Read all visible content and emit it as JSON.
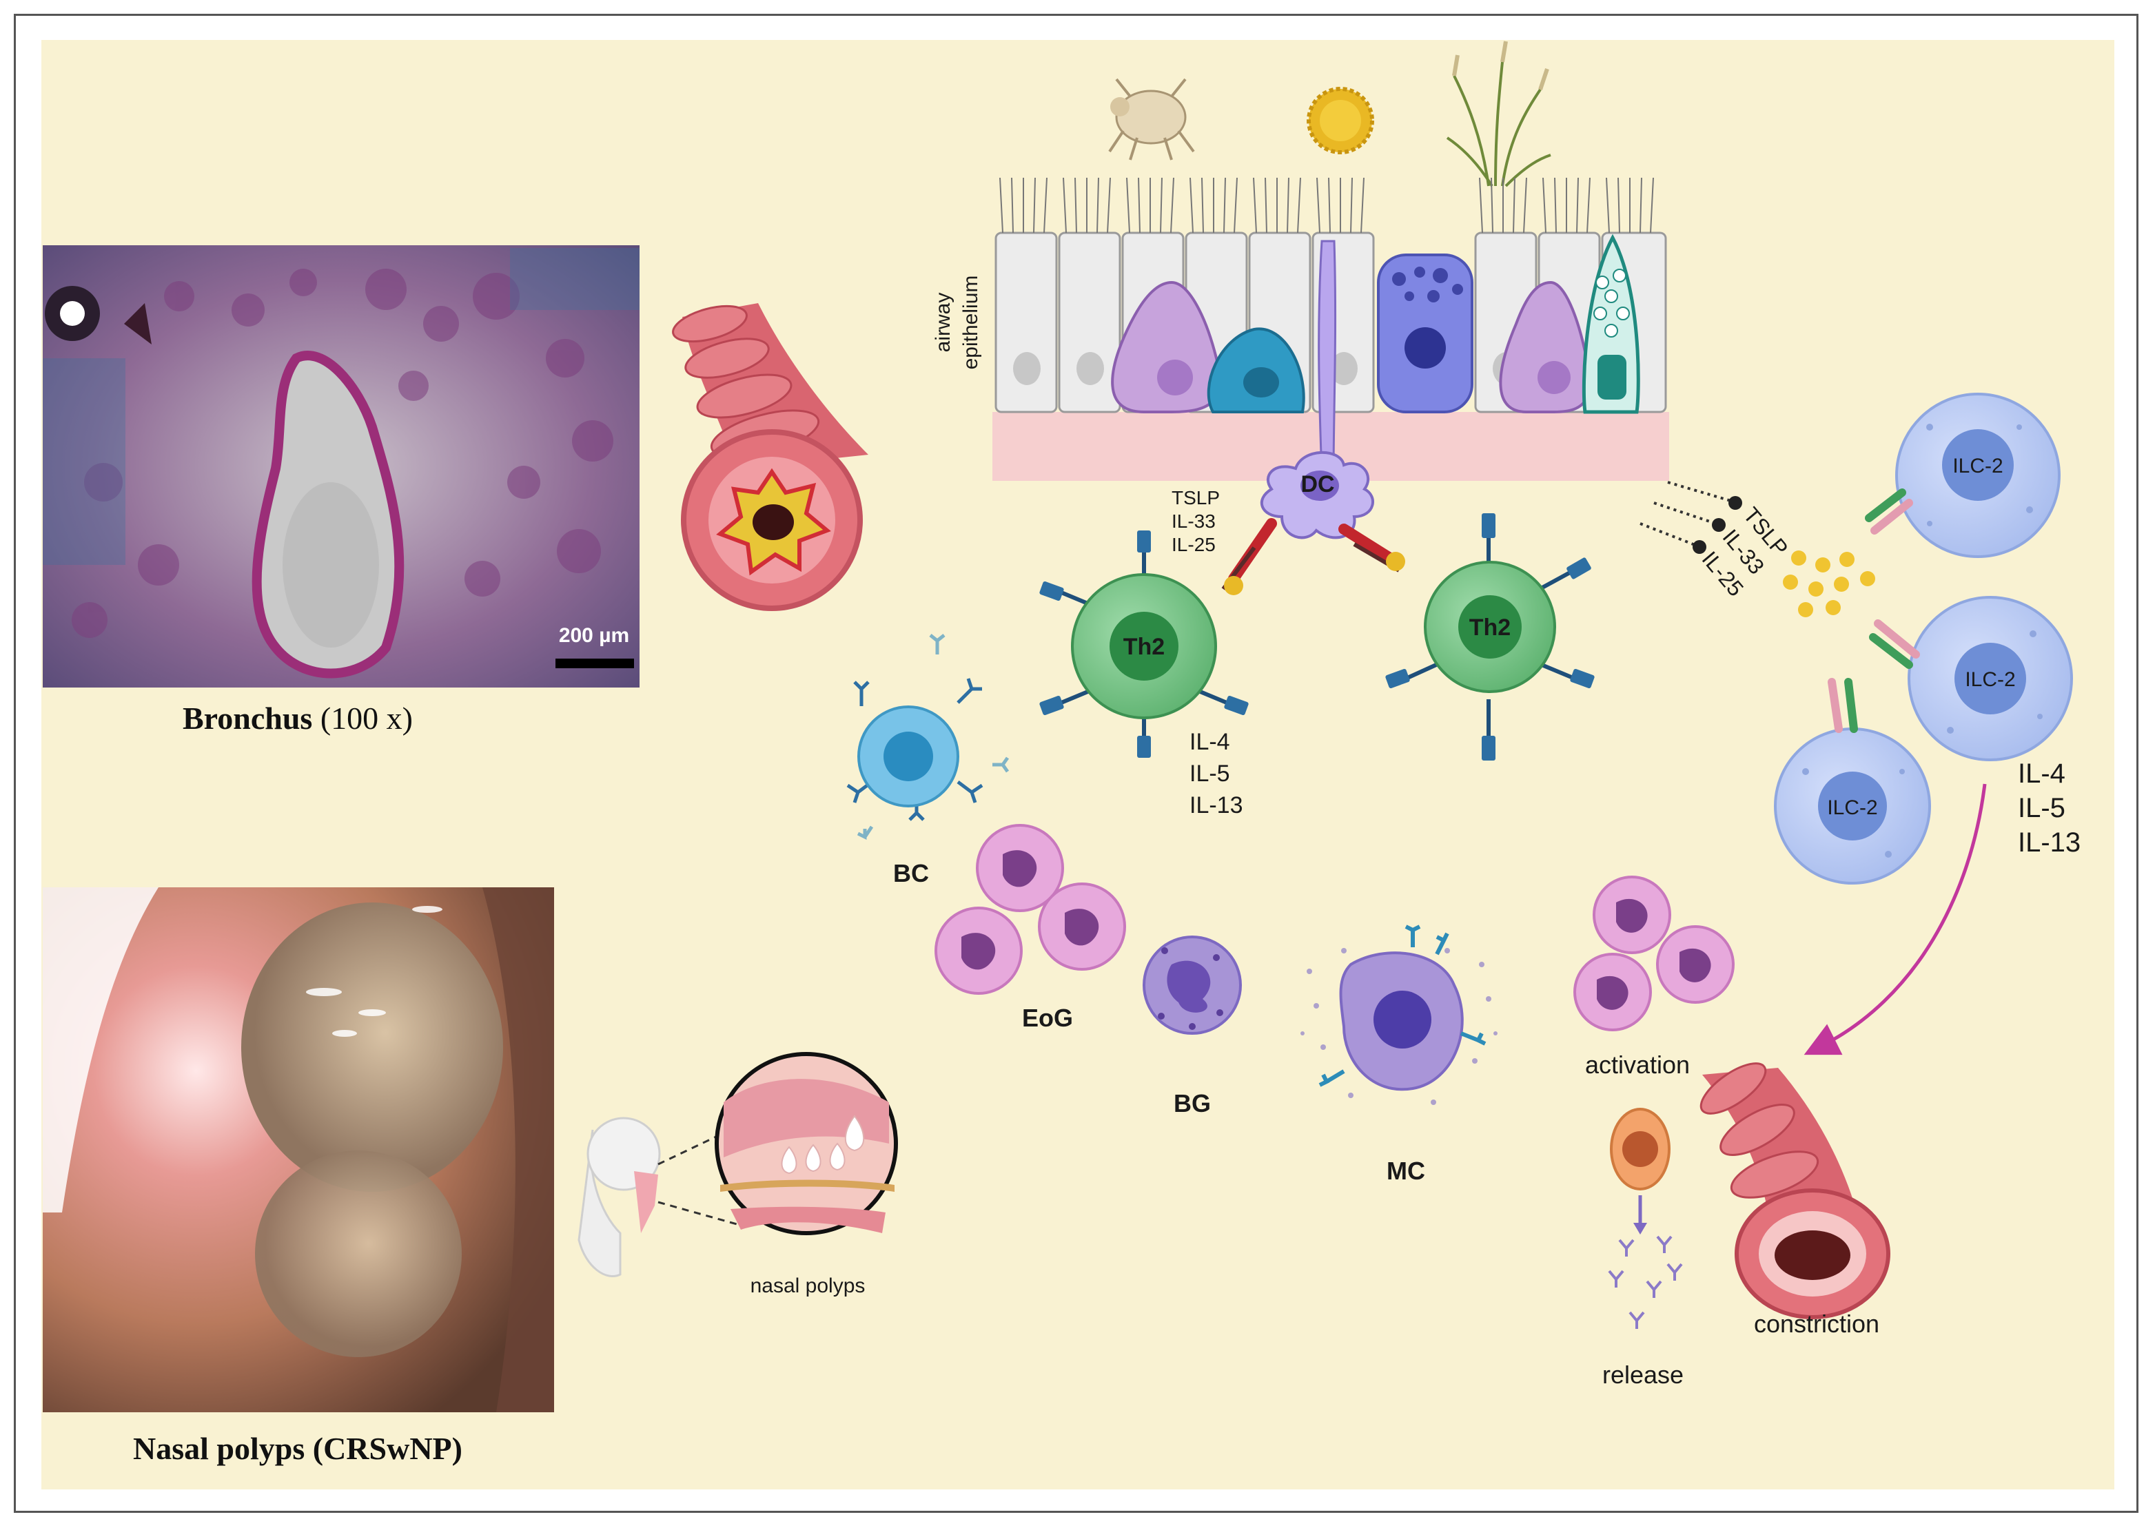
{
  "left_panel": {
    "bronchus": {
      "scale_bar": "200 µm",
      "caption_bold": "Bronchus",
      "caption_rest": " (100 x)"
    },
    "nasal": {
      "caption": "Nasal polyps (CRSwNP)",
      "inset_label": "nasal polyps"
    }
  },
  "epithelium": {
    "label_line1": "airway",
    "label_line2": "epithelium"
  },
  "cells": {
    "dc": "DC",
    "th2_left": "Th2",
    "th2_right": "Th2",
    "bc": "BC",
    "eog": "EoG",
    "bg": "BG",
    "mc": "MC",
    "ilc_top": "ILC-2",
    "ilc_mid": "ILC-2",
    "ilc_bottom": "ILC-2"
  },
  "cytokines_dc": [
    "TSLP",
    "IL-33",
    "IL-25"
  ],
  "cytokines_epi": [
    "TSLP",
    "IL-33",
    "IL-25"
  ],
  "th2_products": [
    "IL-4",
    "IL-5",
    "IL-13"
  ],
  "ilc_products": [
    "IL-4",
    "IL-5",
    "IL-13"
  ],
  "effects": {
    "activation": "activation",
    "release": "release",
    "constriction": "constriction"
  },
  "colors": {
    "background": "#f9f2d2",
    "th2": "#7cc58a",
    "ilc": "#b9c9ef",
    "eosinophil": "#e7a9dc",
    "arrow": "#c2379c",
    "mucosa": "#f6cfcf"
  }
}
